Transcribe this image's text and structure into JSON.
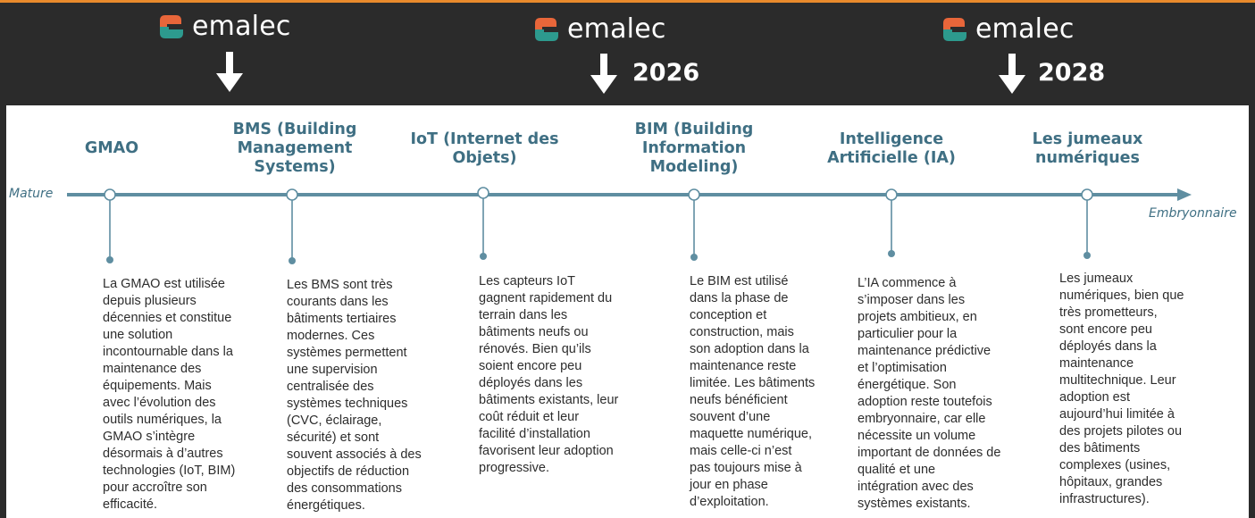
{
  "header": {
    "brand_name": "emalec",
    "logo_colors": {
      "orange": "#e8663a",
      "teal": "#2d9a8e"
    },
    "arrow_color": "#ffffff",
    "years": [
      "2026",
      "2028"
    ]
  },
  "axis": {
    "start_label": "Mature",
    "end_label": "Embryonnaire",
    "line_color": "#5f8ea1"
  },
  "milestones": [
    {
      "title": "GMAO",
      "description": "La GMAO est utilisée\ndepuis plusieurs\ndécennies et constitue\nune solution\nincontournable dans la\nmaintenance des\néquipements. Mais\navec l’évolution des\noutils numériques, la\nGMAO s’intègre\ndésormais à d’autres\ntechnologies (IoT, BIM)\npour accroître son\nefficacité."
    },
    {
      "title": "BMS (Building\nManagement\nSystems)",
      "description": "Les BMS sont très\ncourants dans les\nbâtiments tertiaires\nmodernes. Ces\nsystèmes permettent\nune supervision\ncentralisée des\nsystèmes techniques\n(CVC, éclairage,\nsécurité) et sont\nsouvent associés à des\nobjectifs de réduction\ndes consommations\nénergétiques."
    },
    {
      "title": "IoT (Internet des\nObjets)",
      "description": "Les capteurs IoT\ngagnent rapidement du\nterrain dans les\nbâtiments neufs ou\nrénovés. Bien qu’ils\nsoient encore peu\ndéployés dans les\nbâtiments existants, leur\ncoût réduit et leur\nfacilité d’installation\nfavorisent leur adoption\nprogressive."
    },
    {
      "title": "BIM (Building\nInformation\nModeling)",
      "description": "Le BIM est utilisé\ndans la phase de\nconception et\nconstruction, mais\nson adoption dans la\nmaintenance reste\nlimitée. Les bâtiments\nneufs bénéficient\nsouvent d’une\nmaquette numérique,\nmais celle-ci n’est\npas toujours mise à\njour en phase\nd’exploitation."
    },
    {
      "title": "Intelligence\nArtificielle (IA)",
      "description": "L’IA commence à\ns’imposer dans les\nprojets ambitieux, en\nparticulier pour la\nmaintenance prédictive\net l’optimisation\nénergétique. Son\nadoption reste toutefois\nembryonnaire, car elle\nnécessite un volume\nimportant de données de\nqualité et une\nintégration avec des\nsystèmes existants."
    },
    {
      "title": "Les jumeaux\nnumériques",
      "description": "Les jumeaux\nnumériques, bien que\ntrès prometteurs,\nsont encore peu\ndéployés dans la\nmaintenance\nmultitechnique. Leur\nadoption est\naujourd’hui limitée à\ndes projets pilotes ou\ndes bâtiments\ncomplexes (usines,\nhôpitaux, grandes\ninfrastructures)."
    }
  ]
}
